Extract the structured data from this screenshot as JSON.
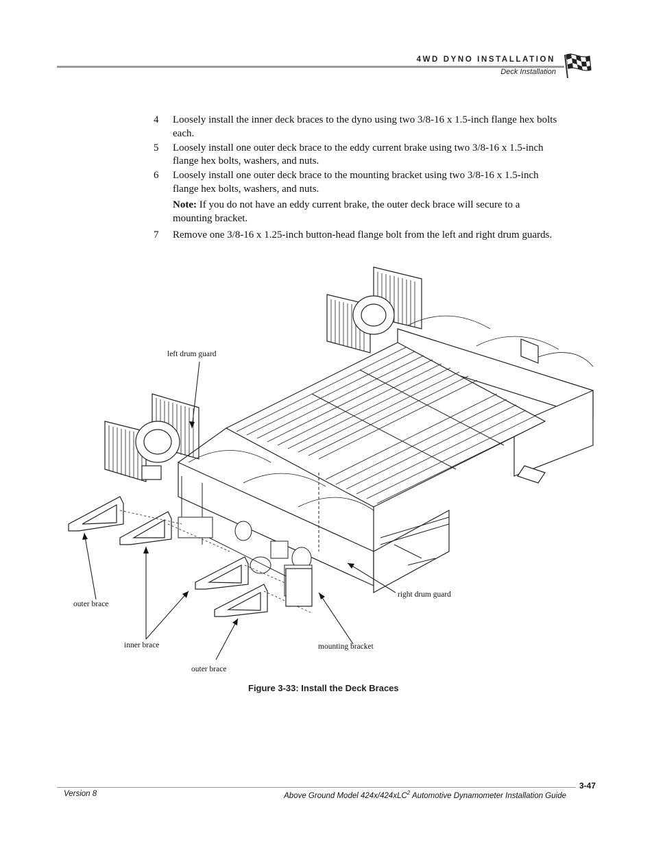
{
  "header": {
    "title": "4WD DYNO INSTALLATION",
    "subtitle": "Deck Installation"
  },
  "steps": [
    {
      "num": "4",
      "text": "Loosely install the inner deck braces to the dyno using two 3/8-16 x 1.5-inch flange hex bolts each."
    },
    {
      "num": "5",
      "text": "Loosely install one outer deck brace to the eddy current brake using two 3/8-16 x 1.5-inch flange hex bolts, washers, and nuts."
    },
    {
      "num": "6",
      "text": "Loosely install one outer deck brace to the mounting bracket using two 3/8-16 x 1.5-inch flange hex bolts, washers, and nuts."
    },
    {
      "num": "7",
      "text": "Remove one 3/8-16 x 1.25-inch button-head flange bolt from the left and right drum guards."
    }
  ],
  "note": {
    "label": "Note:",
    "text": "If you do not have an eddy current brake, the outer deck brace will secure to a mounting bracket."
  },
  "figure": {
    "callouts": {
      "left_drum_guard": "left drum guard",
      "outer_brace_left": "outer brace",
      "inner_brace": "inner brace",
      "outer_brace_bottom": "outer brace",
      "mounting_bracket": "mounting bracket",
      "right_drum_guard": "right drum guard"
    },
    "caption": "Figure 3-33: Install the Deck Braces"
  },
  "footer": {
    "page_number": "3-47",
    "version": "Version 8",
    "guide_title_prefix": "Above Ground Model 424x/424xLC",
    "guide_title_sup": "2",
    "guide_title_suffix": " Automotive Dynamometer Installation Guide"
  }
}
